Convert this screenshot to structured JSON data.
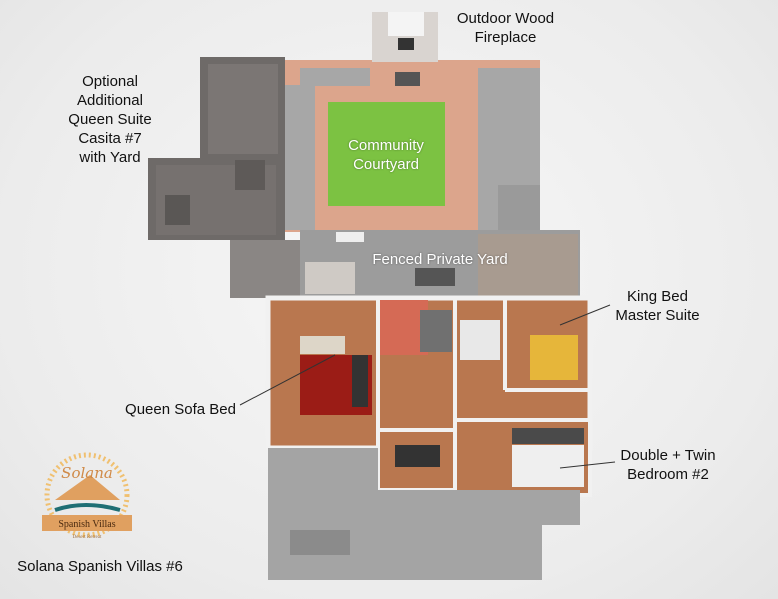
{
  "labels": {
    "fireplace": [
      "Outdoor Wood",
      "Fireplace"
    ],
    "casita": [
      "Optional",
      "Additional",
      "Queen Suite",
      "Casita #7",
      "with Yard"
    ],
    "courtyard": [
      "Community",
      "Courtyard"
    ],
    "private_yard": "Fenced Private Yard",
    "master": [
      "King Bed",
      "Master Suite"
    ],
    "sofa_bed": "Queen Sofa Bed",
    "bedroom2": [
      "Double + Twin",
      "Bedroom #2"
    ],
    "caption": "Solana Spanish Villas #6"
  },
  "logo": {
    "script": "Solana",
    "name": "Spanish Villas",
    "tagline": "Desert Retreat"
  },
  "colors": {
    "lawn": "#7cc242",
    "floor": "#b9774f",
    "deck": "#dca58c",
    "concrete": "#9c9c9c",
    "casita": "#6e6a68",
    "logo_orange": "#e0a060",
    "logo_teal": "#1f6f74"
  }
}
